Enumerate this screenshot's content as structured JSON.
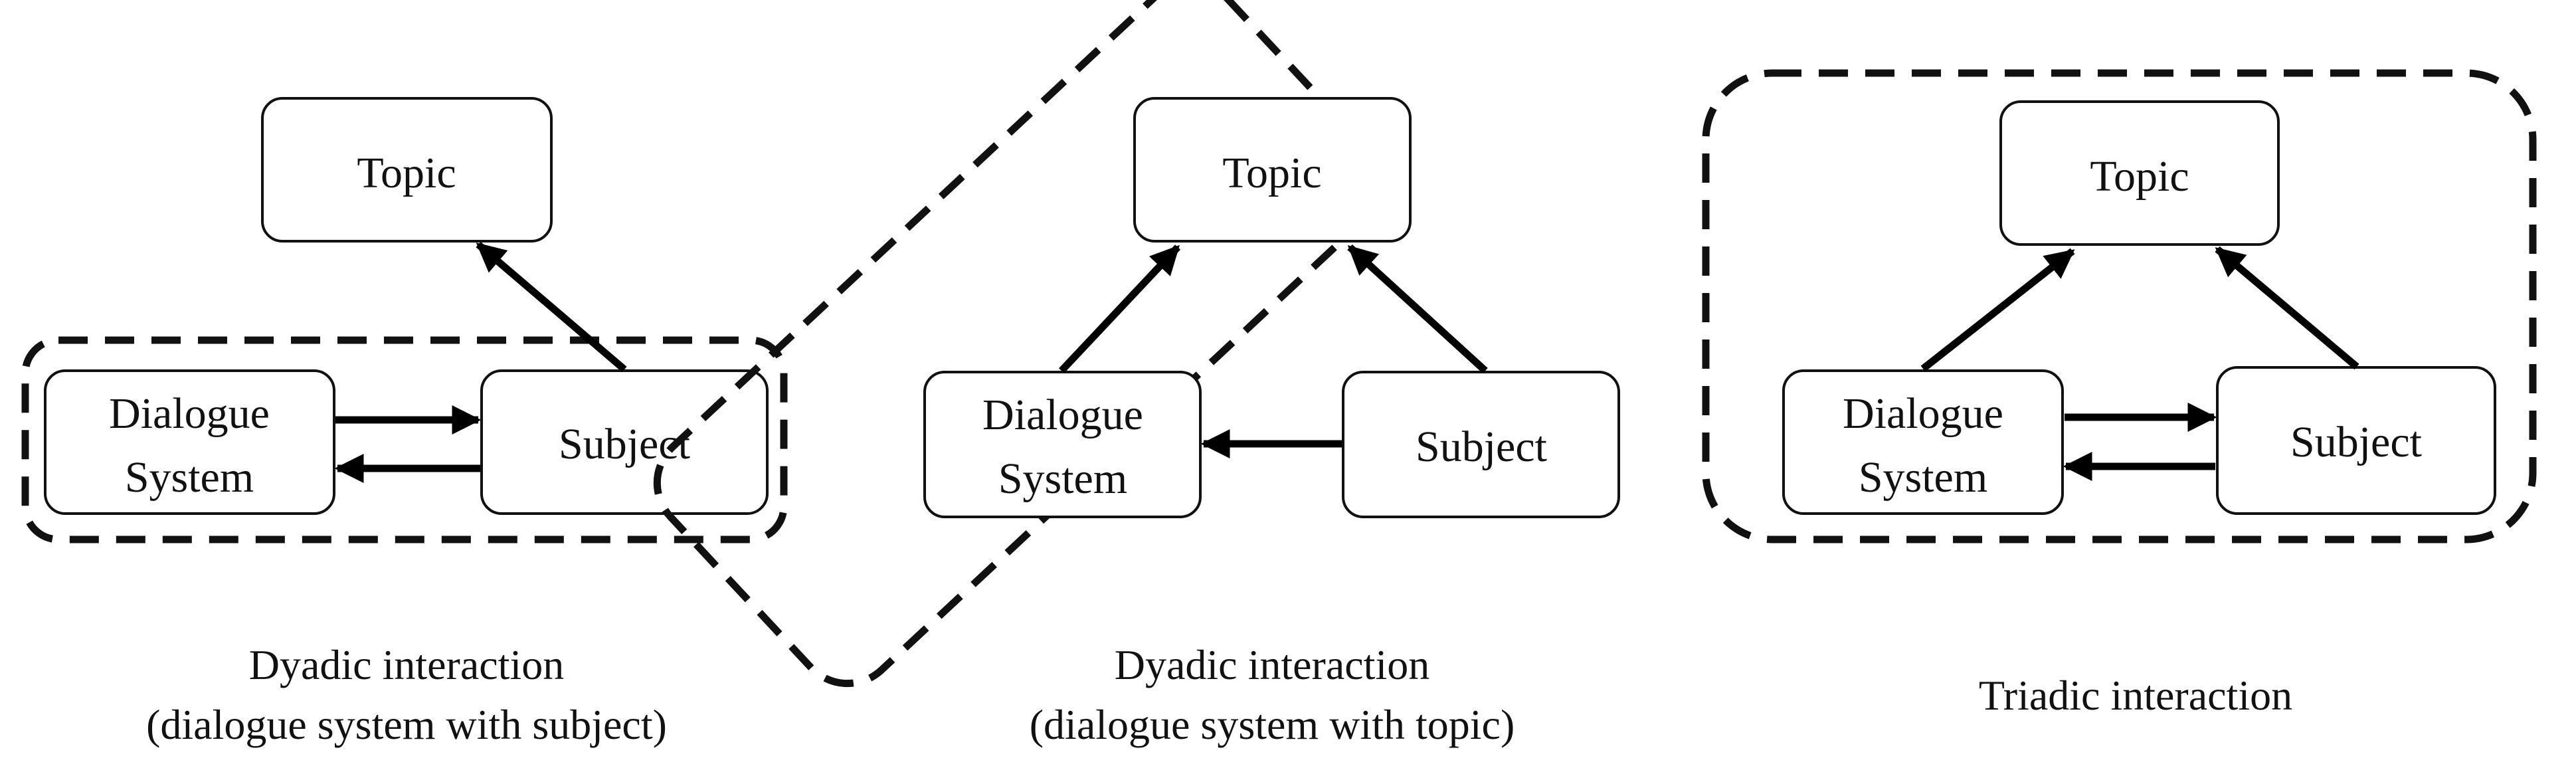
{
  "panels": [
    {
      "nodes": {
        "topic": "Topic",
        "system_line1": "Dialogue",
        "system_line2": "System",
        "subject": "Subject"
      },
      "caption_line1": "Dyadic interaction",
      "caption_line2": "(dialogue system with subject)"
    },
    {
      "nodes": {
        "topic": "Topic",
        "system_line1": "Dialogue",
        "system_line2": "System",
        "subject": "Subject"
      },
      "caption_line1": "Dyadic interaction",
      "caption_line2": "(dialogue system with topic)"
    },
    {
      "nodes": {
        "topic": "Topic",
        "system_line1": "Dialogue",
        "system_line2": "System",
        "subject": "Subject"
      },
      "caption_line1": "Triadic interaction"
    }
  ],
  "colors": {
    "stroke": "#111111",
    "background": "#ffffff"
  }
}
